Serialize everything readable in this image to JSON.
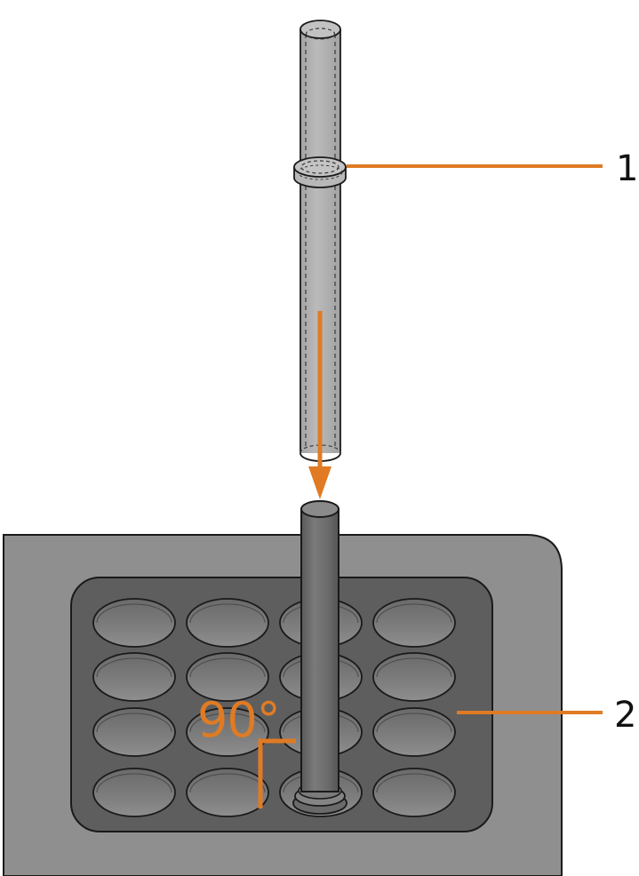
{
  "callouts": [
    {
      "number": "1",
      "part": "ring on tube"
    },
    {
      "number": "2",
      "part": "block"
    }
  ],
  "angle_label": "90°",
  "colors": {
    "accent": "#E07B24",
    "block_outer": "#8F8F8F",
    "block_inner": "#5E5E5E",
    "well_fill": "#7A7A7A",
    "rod_fill": "#6E6E6E",
    "tube_fill": "#A9A9A9",
    "outline": "#1A1A1A"
  }
}
